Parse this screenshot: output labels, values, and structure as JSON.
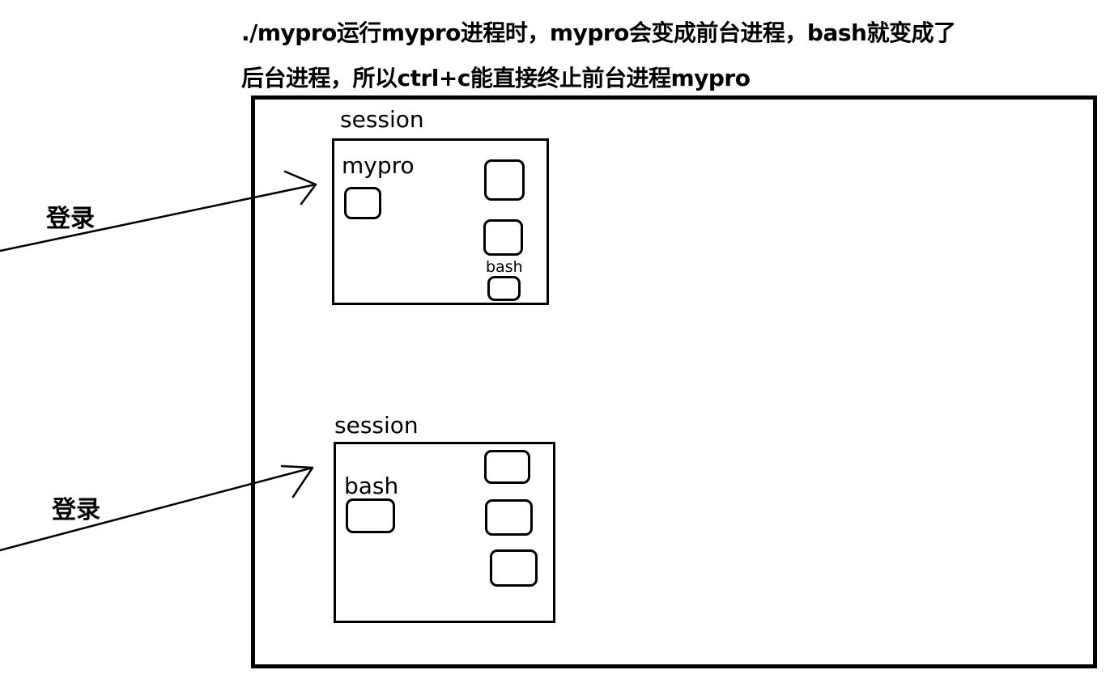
{
  "caption": {
    "line1": "./mypro运行mypro进程时，mypro会变成前台进程，bash就变成了",
    "line2": "后台进程，所以ctrl+c能直接终止前台进程mypro"
  },
  "login_label": "登录",
  "sessions": [
    {
      "label": "session",
      "foreground_process": "mypro",
      "background_label": "bash"
    },
    {
      "label": "session",
      "foreground_process": "bash"
    }
  ],
  "colors": {
    "stroke": "#000000",
    "background": "#ffffff"
  }
}
